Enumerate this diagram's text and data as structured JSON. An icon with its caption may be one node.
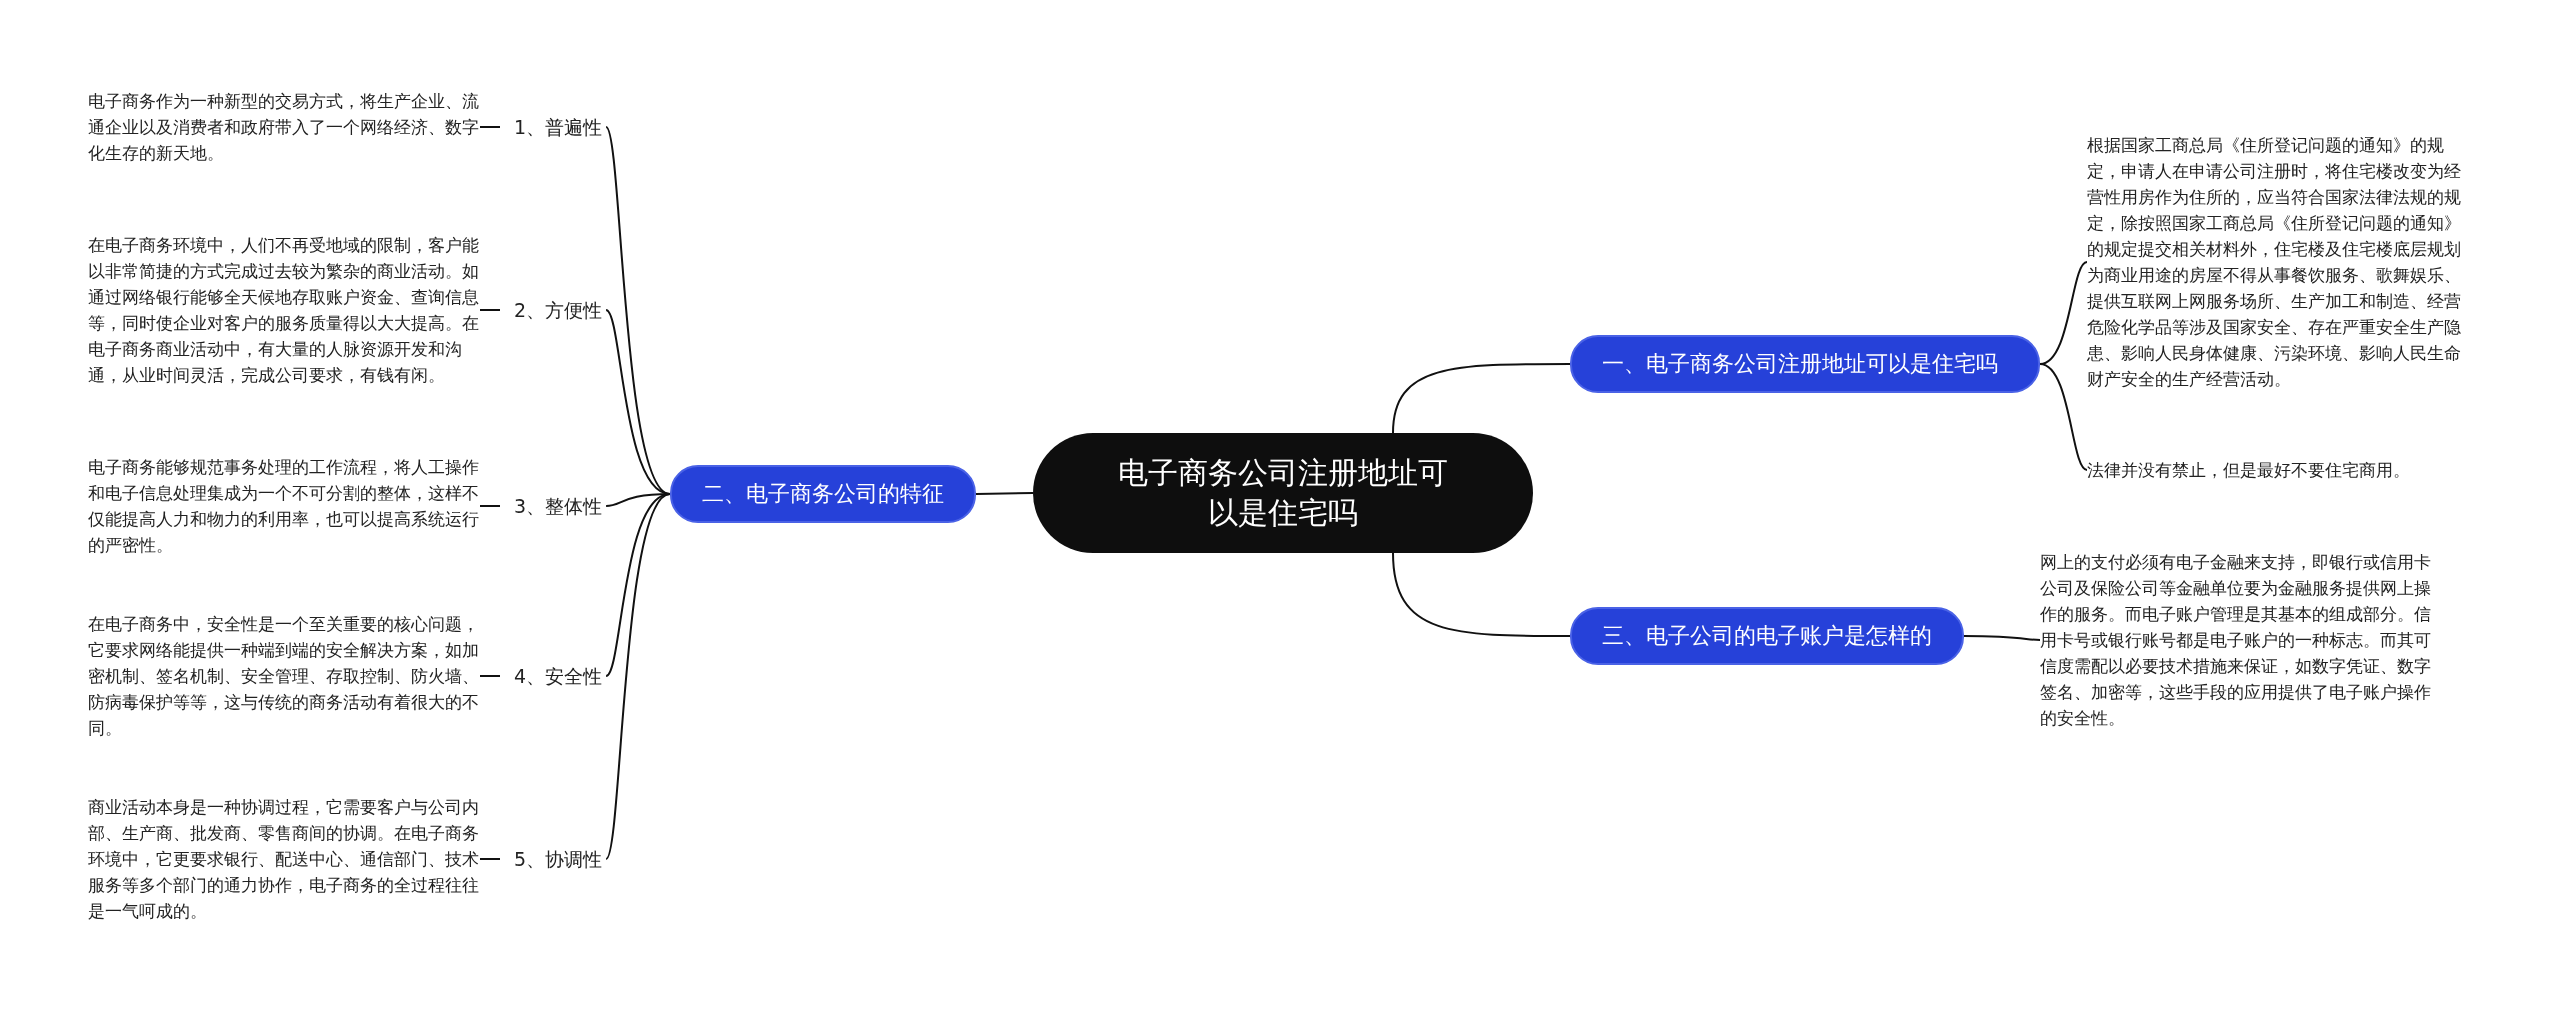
{
  "diagram": {
    "nodes": [
      {
        "text": [
          "电子商务公司注册地址可以是住宅吗"
        ]
      },
      {
        "text": [
          "一、电子商务公司注册地址可以是住宅吗"
        ]
      },
      {
        "text": [
          "根据国家工商总局《住所登记问题的通知》的规定，申请人在申请公司注册时，将住宅楼改变为经营性用房作为住所的，应当符合国家法律法规的规定，除按照国家工商总局《住所登记问题的通知》的规定提交相关材料外，住宅楼及住宅楼底层规划为商业用途的房屋不得从事餐饮服务、歌舞娱乐、提供互联网上网服务场所、生产加工和制造、经营危险化学品等涉及国家安全、存在严重安全生产隐患、影响人民身体健康、污染环境、影响人民生命财产安全的生产经营活动。"
        ]
      },
      {
        "text": [
          "法律并没有禁止，但是最好不要住宅商用。"
        ]
      },
      {
        "text": [
          "二、电子商务公司的特征"
        ]
      },
      {
        "text": [
          "1、普遍性"
        ]
      },
      {
        "text": [
          "2、方便性"
        ]
      },
      {
        "text": [
          "3、整体性"
        ]
      },
      {
        "text": [
          "4、安全性"
        ]
      },
      {
        "text": [
          "5、协调性"
        ]
      },
      {
        "text": [
          "电子商务作为一种新型的交易方式，将生产企业、流通企业以及消费者和政府带入了一个网络经济、数字化生存的新天地。"
        ]
      },
      {
        "text": [
          "在电子商务环境中，人们不再受地域的限制，客户能以非常简捷的方式完成过去较为繁杂的商业活动。如通过网络银行能够全天候地存取账户资金、查询信息等，同时使企业对客户的服务质量得以大大提高。在电子商务商业活动中，有大量的人脉资源开发和沟通，从业时间灵活，完成公司要求，有钱有闲。"
        ]
      },
      {
        "text": [
          "电子商务能够规范事务处理的工作流程，将人工操作和电子信息处理集成为一个不可分割的整体，这样不仅能提高人力和物力的利用率，也可以提高系统运行的严密性。"
        ]
      },
      {
        "text": [
          "在电子商务中，安全性是一个至关重要的核心问题，它要求网络能提供一种端到端的安全解决方案，如加密机制、签名机制、安全管理、存取控制、防火墙、防病毒保护等等，这与传统的商务活动有着很大的不同。"
        ]
      },
      {
        "text": [
          "商业活动本身是一种协调过程，它需要客户与公司内部、生产商、批发商、零售商间的协调。在电子商务环境中，它更要求银行、配送中心、通信部门、技术服务等多个部门的通力协作，电子商务的全过程往往是一气呵成的。"
        ]
      },
      {
        "text": [
          "三、电子公司的电子账户是怎样的"
        ]
      },
      {
        "text": [
          "网上的支付必须有电子金融来支持，即银行或信用卡公司及保险公司等金融单位要为金融服务提供网上操作的服务。而电子账户管理是其基本的组成部分。信用卡号或银行账号都是电子账户的一种标志。而其可信度需配以必要技术措施来保证，如数字凭证、数字签名、加密等，这些手段的应用提供了电子账户操作的安全性。"
        ]
      }
    ],
    "edges": [
      {
        "from": 0,
        "to": 1,
        "arrow": "none"
      },
      {
        "from": 1,
        "to": 2,
        "arrow": "none"
      },
      {
        "from": 1,
        "to": 3,
        "arrow": "none"
      },
      {
        "from": 0,
        "to": 4,
        "arrow": "none"
      },
      {
        "from": 4,
        "to": 5,
        "arrow": "none"
      },
      {
        "from": 4,
        "to": 6,
        "arrow": "none"
      },
      {
        "from": 4,
        "to": 7,
        "arrow": "none"
      },
      {
        "from": 4,
        "to": 8,
        "arrow": "none"
      },
      {
        "from": 4,
        "to": 9,
        "arrow": "none"
      },
      {
        "from": 5,
        "to": 10,
        "arrow": "none"
      },
      {
        "from": 6,
        "to": 11,
        "arrow": "none"
      },
      {
        "from": 7,
        "to": 12,
        "arrow": "none"
      },
      {
        "from": 8,
        "to": 13,
        "arrow": "none"
      },
      {
        "from": 9,
        "to": 14,
        "arrow": "none"
      },
      {
        "from": 0,
        "to": 15,
        "arrow": "none"
      },
      {
        "from": 15,
        "to": 16,
        "arrow": "none"
      }
    ]
  }
}
